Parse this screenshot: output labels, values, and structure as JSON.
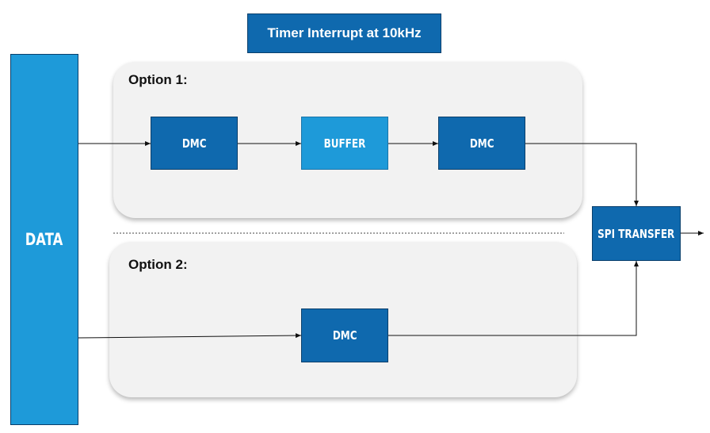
{
  "header": {
    "title": "Timer Interrupt at 10kHz"
  },
  "source": {
    "label": "DATA"
  },
  "option1": {
    "title": "Option 1:",
    "blocks": [
      "DMC",
      "BUFFER",
      "DMC"
    ]
  },
  "option2": {
    "title": "Option 2:",
    "blocks": [
      "DMC"
    ]
  },
  "sink": {
    "label": "SPI TRANSFER"
  },
  "colors": {
    "dark_block": "#0f69ae",
    "light_block": "#1e9ad9",
    "group_bg": "#f2f2f2"
  }
}
